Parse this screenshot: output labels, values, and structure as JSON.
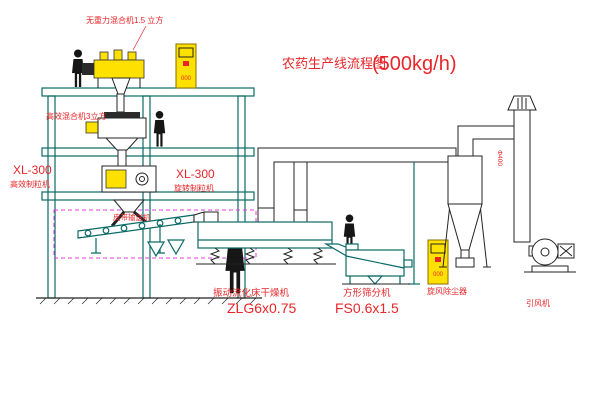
{
  "drawing": {
    "title": "农药生产线流程图",
    "capacity": "(500kg/h)"
  },
  "labels": {
    "gravity_mixer": "无重力混合机1.5 立方",
    "high_mixer": "高效混合机3立方",
    "granulator_left_model": "XL-300",
    "granulator_left_name": "高效制粒机",
    "granulator_center_model": "XL-300",
    "granulator_center_name": "旋转制粒机",
    "belt_conveyor": "皮带输送机",
    "dryer_name": "振动流化床干燥机",
    "dryer_model": "ZLG6x0.75",
    "sieve_name": "方形筛分机",
    "sieve_model": "FS0.6x1.5",
    "cyclone": "旋风除尘器",
    "fan": "引风机",
    "duct_size": "Φ400",
    "panel": "000"
  },
  "colors": {
    "structure_teal": "#0a6a66",
    "machine_black": "#232323",
    "label_red": "#e8262a",
    "equipment_yellow": "#ffe100",
    "boundary_magenta": "#e53ae5",
    "background": "#ffffff"
  }
}
